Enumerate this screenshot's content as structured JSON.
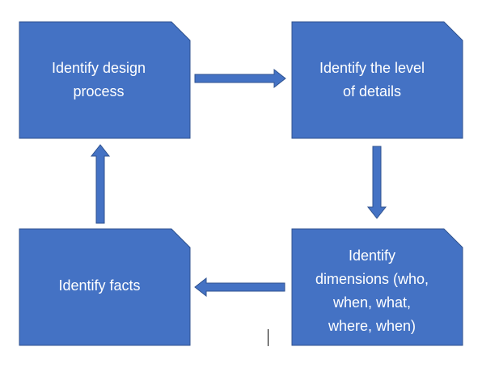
{
  "colors": {
    "box_fill": "#4472c4",
    "box_stroke": "#2f528f",
    "text": "#ffffff",
    "background": "#ffffff"
  },
  "boxes": [
    {
      "id": "design-process",
      "lines": [
        "Identify design",
        "process"
      ]
    },
    {
      "id": "level-of-details",
      "lines": [
        "Identify the level",
        "of details"
      ]
    },
    {
      "id": "dimensions",
      "lines": [
        "Identify",
        "dimensions (who,",
        "when, what,",
        "where, when)"
      ]
    },
    {
      "id": "facts",
      "lines": [
        "Identify facts"
      ]
    }
  ],
  "arrows": [
    {
      "from": "design-process",
      "to": "level-of-details",
      "direction": "right"
    },
    {
      "from": "level-of-details",
      "to": "dimensions",
      "direction": "down"
    },
    {
      "from": "dimensions",
      "to": "facts",
      "direction": "left"
    },
    {
      "from": "facts",
      "to": "design-process",
      "direction": "up"
    }
  ]
}
